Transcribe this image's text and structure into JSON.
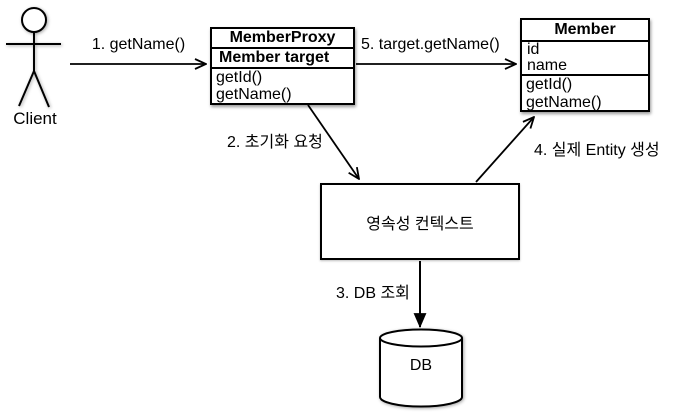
{
  "diagram": {
    "actor": {
      "label": "Client"
    },
    "steps": {
      "step1": "1. getName()",
      "step2": "2. 초기화 요청",
      "step3": "3. DB 조회",
      "step4": "4. 실제 Entity 생성",
      "step5": "5. target.getName()"
    },
    "proxy_class": {
      "title": "MemberProxy",
      "field": "Member target",
      "methods": [
        "getId()",
        "getName()"
      ]
    },
    "member_class": {
      "title": "Member",
      "attributes": [
        "id",
        "name"
      ],
      "methods": [
        "getId()",
        "getName()"
      ]
    },
    "persistence": {
      "label": "영속성 컨텍스트"
    },
    "database": {
      "label": "DB"
    },
    "colors": {
      "stroke": "#000000",
      "background": "#ffffff"
    }
  }
}
